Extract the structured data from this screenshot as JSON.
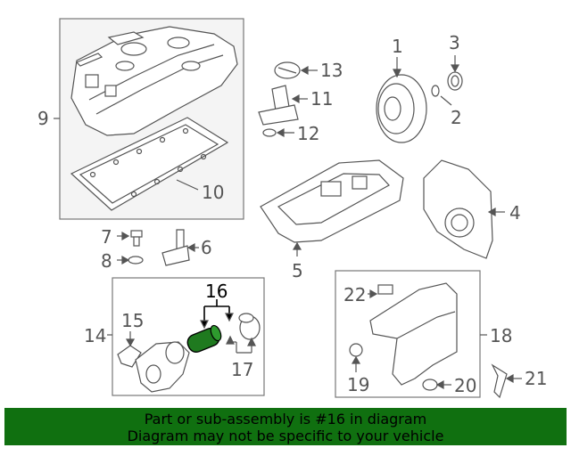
{
  "callouts": {
    "c1": "1",
    "c2": "2",
    "c3": "3",
    "c4": "4",
    "c5": "5",
    "c6": "6",
    "c7": "7",
    "c8": "8",
    "c9": "9",
    "c10": "10",
    "c11": "11",
    "c12": "12",
    "c13": "13",
    "c14": "14",
    "c15": "15",
    "c16": "16",
    "c17": "17",
    "c18": "18",
    "c19": "19",
    "c20": "20",
    "c21": "21",
    "c22": "22"
  },
  "highlight": {
    "part_number": "16",
    "color": "#1f7a1f"
  },
  "banner": {
    "line1": "Part or sub-assembly is #16 in diagram",
    "line2": "Diagram may not be specific to your vehicle",
    "color": "#107010"
  },
  "colors": {
    "line": "#555555",
    "box_fill": "#f4f4f4",
    "box_stroke": "#777777"
  }
}
